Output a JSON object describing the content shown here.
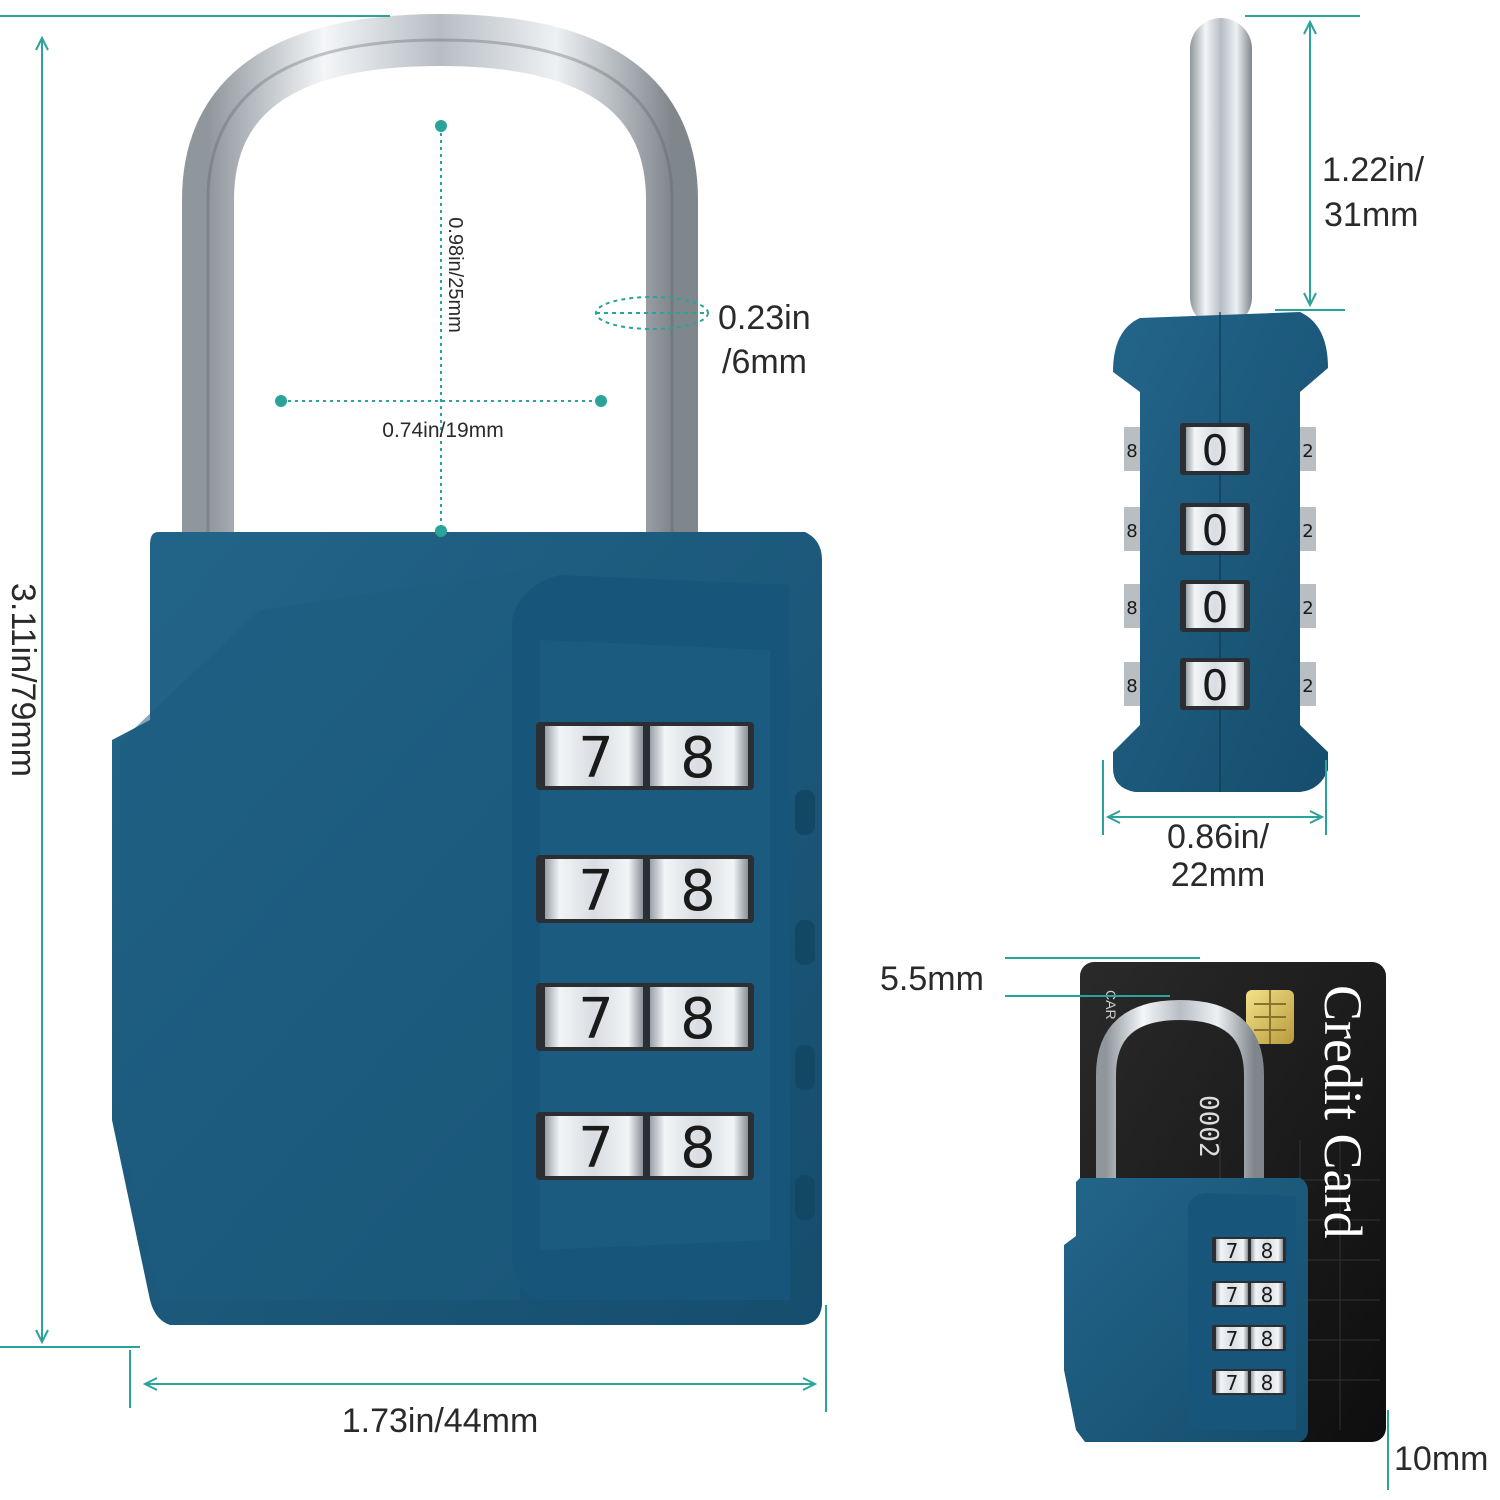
{
  "colors": {
    "lock_body": "#1b5a7d",
    "lock_body_dark": "#114563",
    "lock_body_light": "#2a6e93",
    "shackle": "#c9ced3",
    "dimension_line": "#2aa39a",
    "card": "#1c1c1c"
  },
  "main_lock": {
    "height_label": "3.11in/79mm",
    "width_label": "1.73in/44mm",
    "shackle_inner_height_label": "0.98in/25mm",
    "shackle_inner_width_label": "0.74in/19mm",
    "shackle_diameter_label_line1": "0.23in",
    "shackle_diameter_label_line2": "/6mm",
    "dials": [
      {
        "left": "7",
        "right": "8"
      },
      {
        "left": "7",
        "right": "8"
      },
      {
        "left": "7",
        "right": "8"
      },
      {
        "left": "7",
        "right": "8"
      }
    ]
  },
  "side_lock": {
    "shackle_height_line1": "1.22in/",
    "shackle_height_line2": "31mm",
    "width_line1": "0.86in/",
    "width_line2": "22mm",
    "dial_digit": "0",
    "edge_digit_left": "8",
    "edge_digit_right": "2"
  },
  "card_comparison": {
    "top_label": "5.5mm",
    "bottom_label": "10mm",
    "card_text": "Credit Card",
    "card_number": "0002",
    "card_small_text": "CAR",
    "dials": [
      {
        "left": "7",
        "right": "8"
      },
      {
        "left": "7",
        "right": "8"
      },
      {
        "left": "7",
        "right": "8"
      },
      {
        "left": "7",
        "right": "8"
      }
    ]
  }
}
